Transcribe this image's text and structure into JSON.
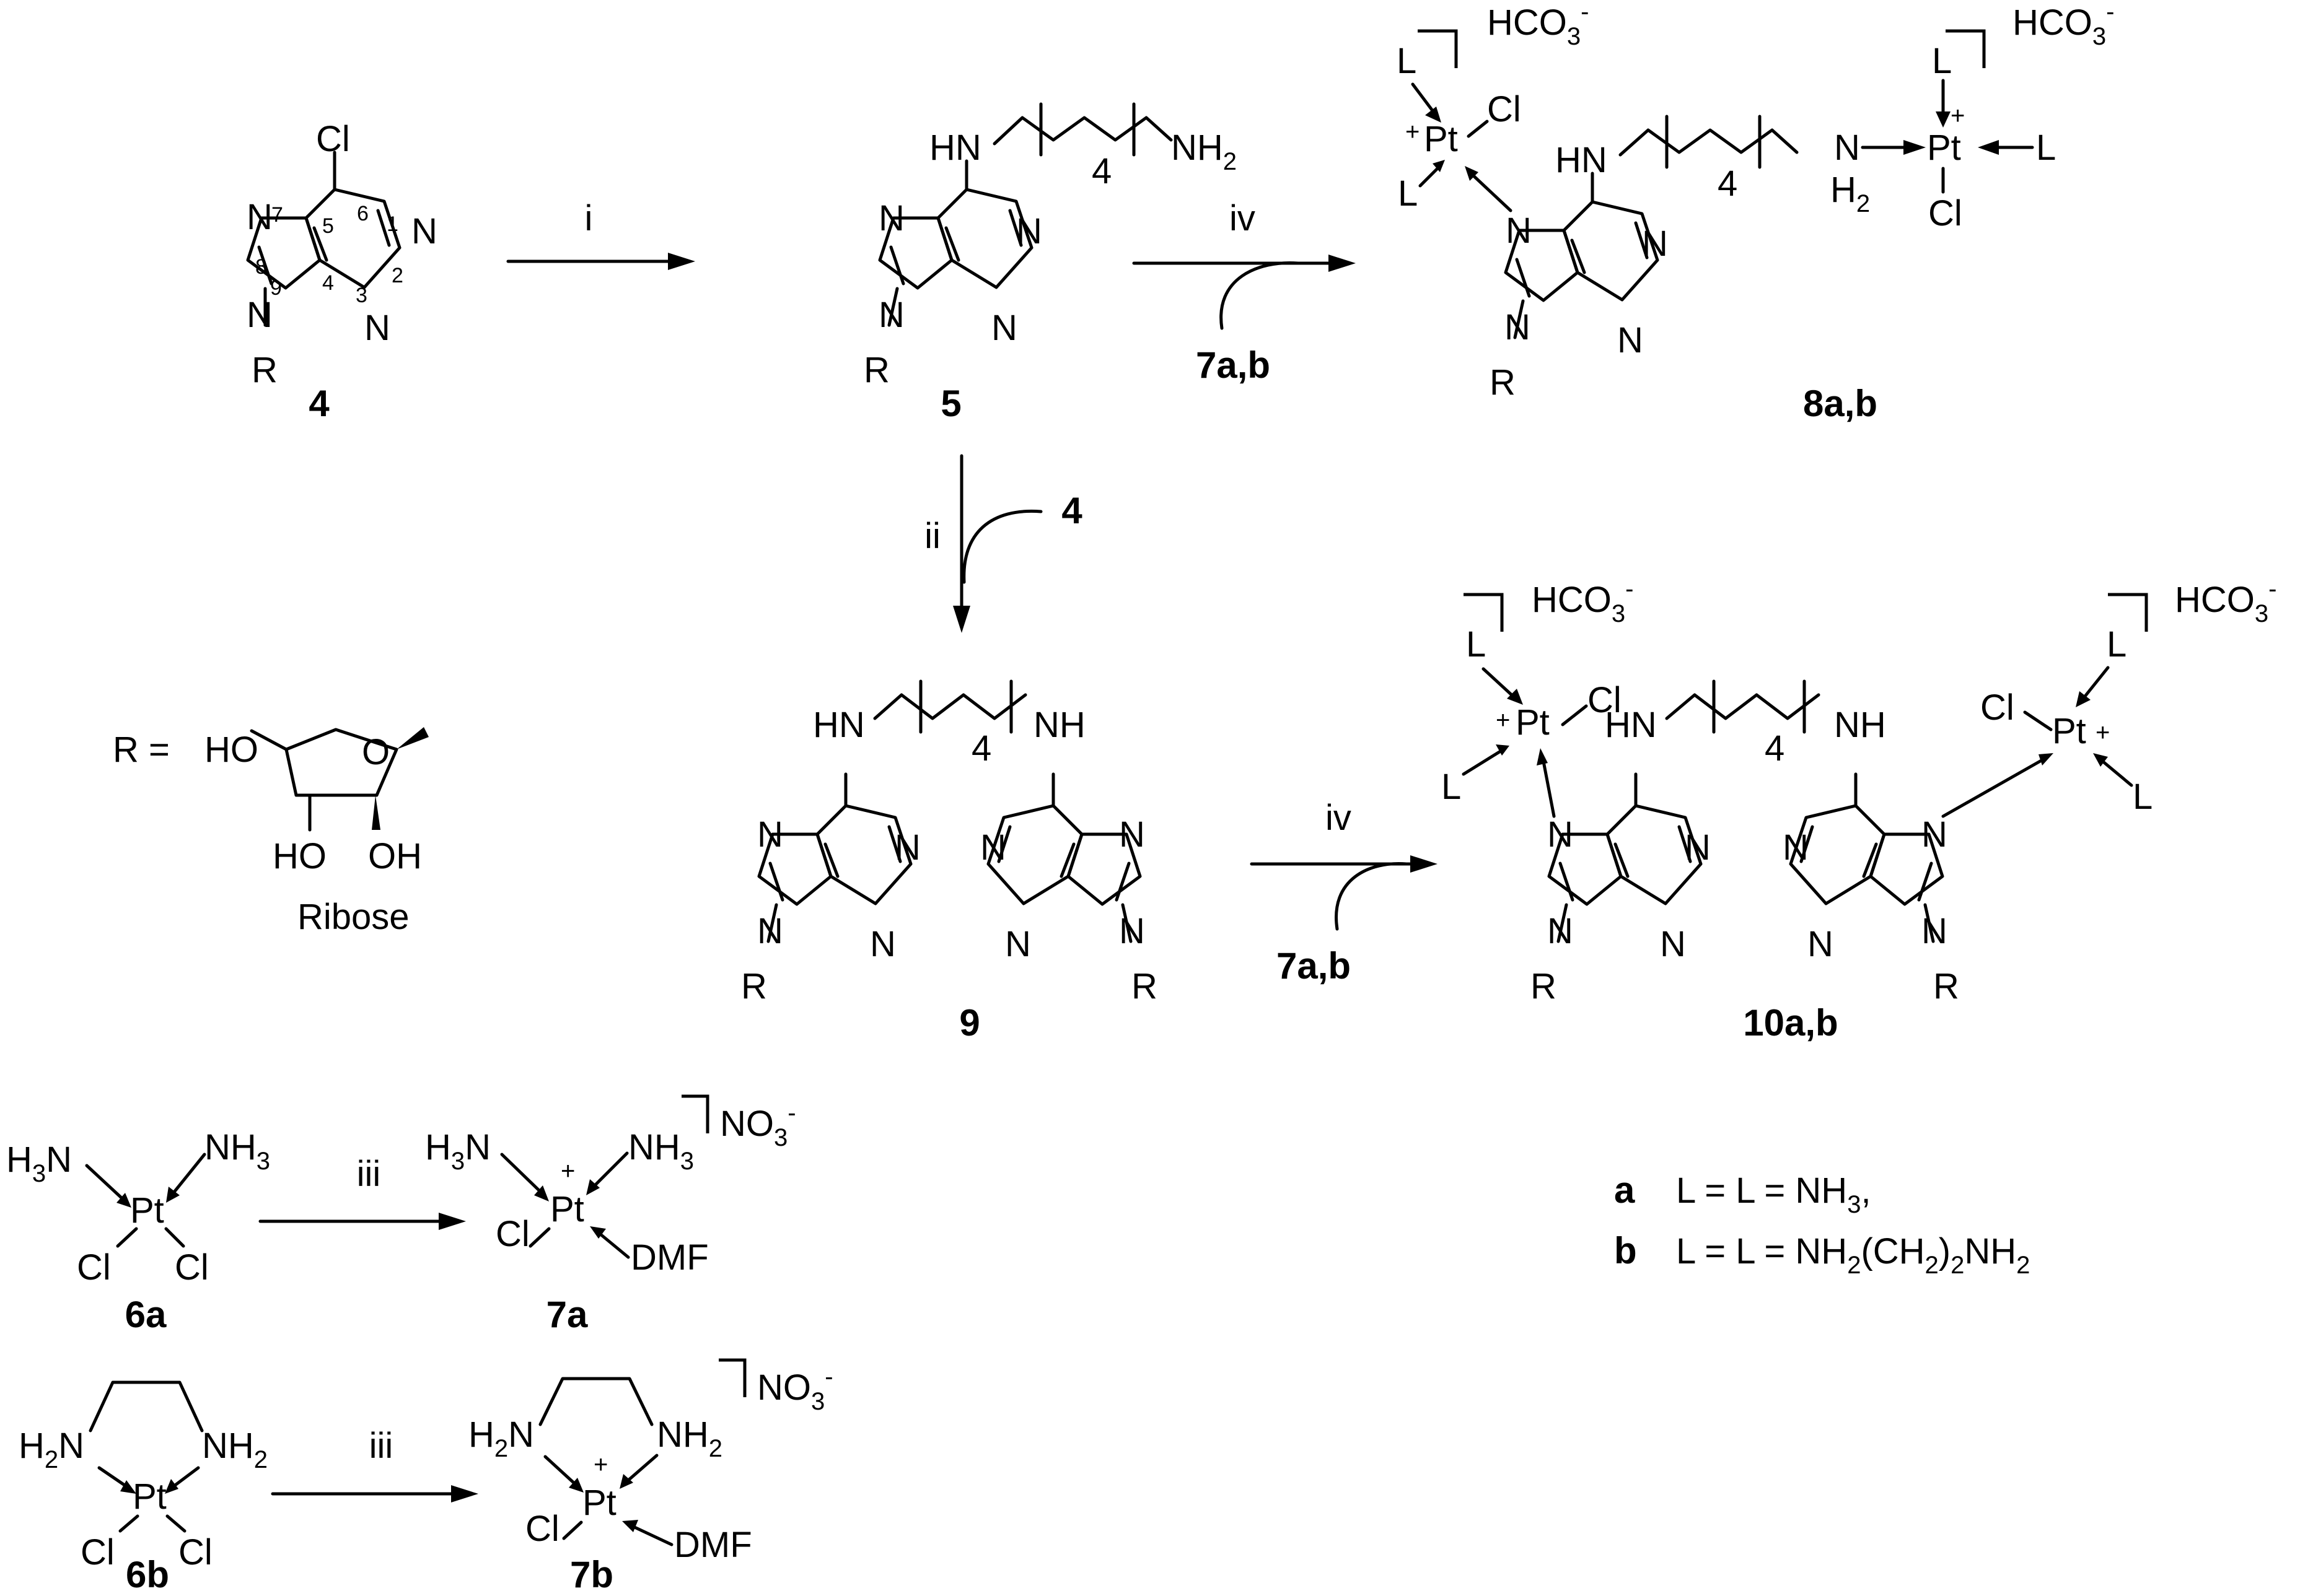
{
  "atoms": {
    "cl": "Cl",
    "n": "N",
    "r": "R",
    "hn": "HN",
    "nh": "NH",
    "nh2": "NH",
    "two": "2",
    "three": "3",
    "h": "H",
    "hco3": "HCO",
    "minus": "-",
    "pt": "Pt",
    "plus": "+",
    "l": "L",
    "o": "O",
    "ho": "HO",
    "oh": "OH",
    "dmf": "DMF",
    "no3": "NO",
    "chain_n": "4"
  },
  "numbering": {
    "n1": "1",
    "n2": "2",
    "n3": "3",
    "n4": "4",
    "n5": "5",
    "n6": "6",
    "n7": "7",
    "n8": "8",
    "n9": "9"
  },
  "compounds": {
    "c4": "4",
    "c5": "5",
    "c8": "8a,b",
    "c9": "9",
    "c10": "10a,b",
    "c6a": "6a",
    "c7a": "7a",
    "c6b": "6b",
    "c7b": "7b"
  },
  "reagents": {
    "i": "i",
    "ii": "ii",
    "iii": "iii",
    "iv": "iv",
    "r7": "7a,b",
    "r4": "4"
  },
  "ribose": {
    "prefix": "R =",
    "caption": "Ribose"
  },
  "legend": {
    "a_tag": "a",
    "a_text": "L = L = NH",
    "b_tag": "b",
    "b_text_1": "L = L = NH",
    "b_text_2": "(CH",
    "b_text_3": ")",
    "b_text_4": "NH"
  }
}
